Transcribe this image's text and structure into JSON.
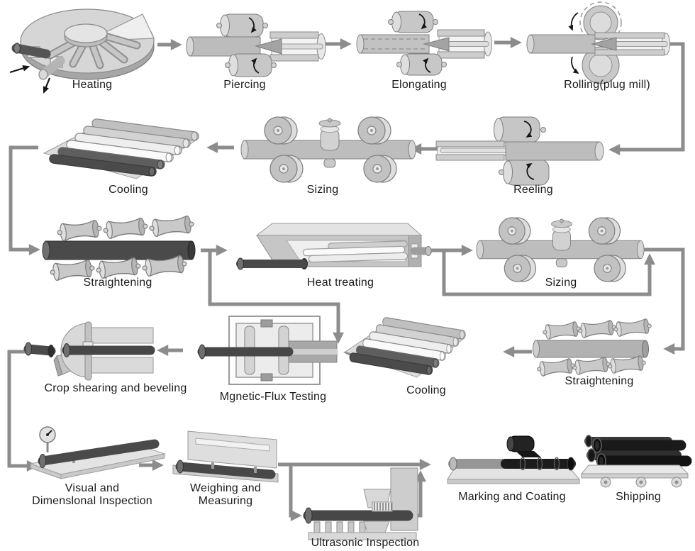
{
  "palette": {
    "background": "#ffffff",
    "flow_arrow": "#8c8c8c",
    "label_text": "#1c1c1c",
    "pipe_dark": "#474747",
    "pipe_black": "#161616",
    "machine_light": "#d8d8d8",
    "machine_mid": "#bdbdbd",
    "rotation_arrow": "#161616"
  },
  "stations": {
    "heating": {
      "label": "Heating"
    },
    "piercing": {
      "label": "Piercing"
    },
    "elongating": {
      "label": "Elongating"
    },
    "rolling_plug_mill": {
      "label": "Rolling(plug mill)"
    },
    "reeling": {
      "label": "Reeling"
    },
    "sizing_1": {
      "label": "Sizing"
    },
    "cooling_1": {
      "label": "Cooling"
    },
    "straightening_1": {
      "label": "Straightening"
    },
    "heat_treating": {
      "label": "Heat treating"
    },
    "sizing_2": {
      "label": "Sizing"
    },
    "straightening_2": {
      "label": "Straightening"
    },
    "cooling_2": {
      "label": "Cooling"
    },
    "magnetic_flux_testing": {
      "label": "Mgnetic-Flux Testing"
    },
    "crop_shearing_beveling": {
      "label": "Crop shearing and beveling"
    },
    "visual_dimensional_inspection": {
      "label": "Visual and\nDimenslonal Inspection"
    },
    "weighing_measuring": {
      "label": "Weighing and\nMeasuring"
    },
    "ultrasonic_inspection": {
      "label": "Ultrasonic Inspection"
    },
    "marking_coating": {
      "label": "Marking and Coating"
    },
    "shipping": {
      "label": "Shipping"
    }
  },
  "flow": {
    "main_sequence": [
      "heating",
      "piercing",
      "elongating",
      "rolling_plug_mill",
      "reeling",
      "sizing_1",
      "cooling_1",
      "straightening_1",
      "heat_treating",
      "sizing_2",
      "straightening_2",
      "cooling_2",
      "magnetic_flux_testing",
      "crop_shearing_beveling",
      "visual_dimensional_inspection",
      "weighing_measuring",
      "ultrasonic_inspection",
      "marking_coating",
      "shipping"
    ],
    "branches": [
      {
        "from": "straightening_1",
        "to": "magnetic_flux_testing",
        "meaning": "bypass line skipping heat treating"
      },
      {
        "from": "heat_treating",
        "to": "straightening_2",
        "meaning": "bypass line skipping second sizing"
      },
      {
        "from": "weighing_measuring",
        "to": "marking_coating",
        "via": "ultrasonic_inspection",
        "meaning": "loop down through ultrasonic inspection and back"
      }
    ]
  }
}
